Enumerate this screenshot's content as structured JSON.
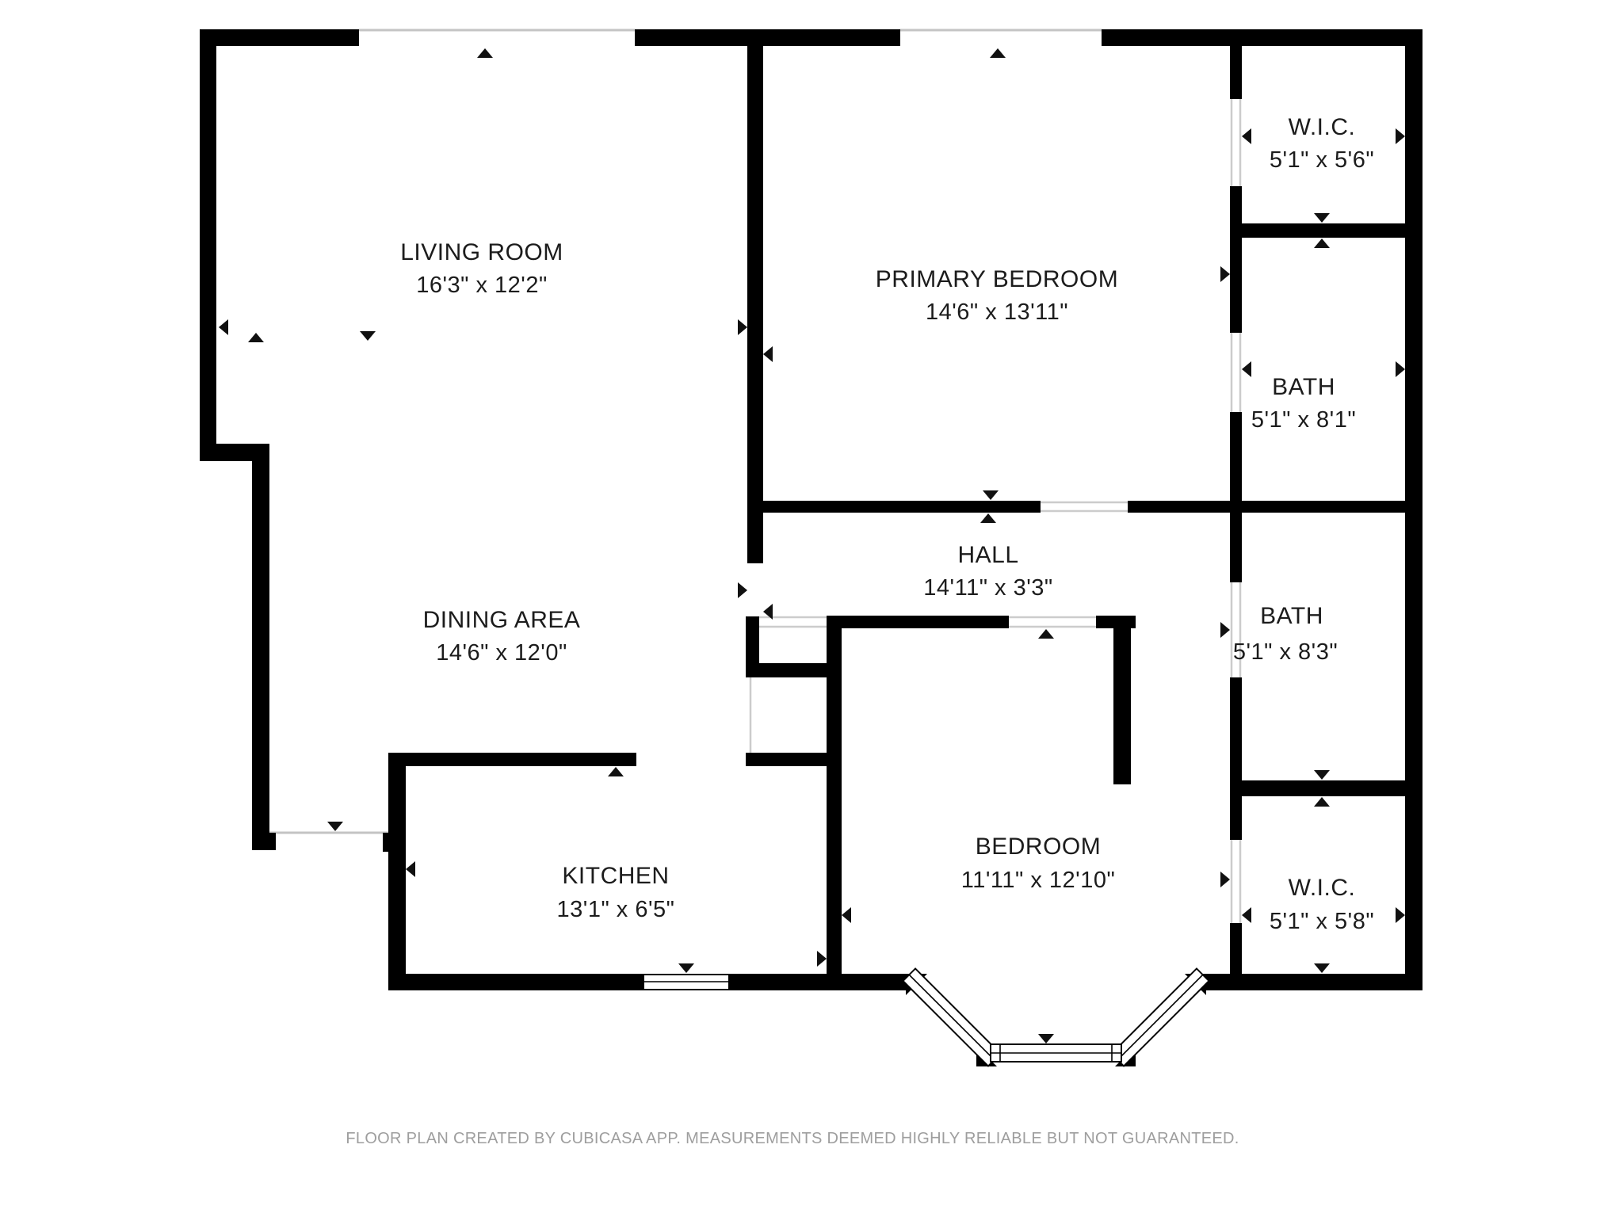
{
  "document": {
    "type": "floor-plan",
    "creator_note": "FLOOR PLAN CREATED BY CUBICASA APP. MEASUREMENTS DEEMED HIGHLY RELIABLE BUT NOT GUARANTEED."
  },
  "colors": {
    "wall": "#000000",
    "label": "#1c1c1c",
    "footer": "#9e9e9e",
    "casing": "#c4c4c4",
    "background": "#ffffff"
  },
  "rooms": [
    {
      "name": "LIVING ROOM",
      "dims": "16'3\" x 12'2\""
    },
    {
      "name": "PRIMARY BEDROOM",
      "dims": "14'6\" x 13'11\""
    },
    {
      "name": "W.I.C.",
      "dims": "5'1\" x 5'6\""
    },
    {
      "name": "BATH",
      "dims": "5'1\" x 8'1\""
    },
    {
      "name": "HALL",
      "dims": "14'11\" x 3'3\""
    },
    {
      "name": "DINING AREA",
      "dims": "14'6\" x 12'0\""
    },
    {
      "name": "BATH",
      "dims": "5'1\" x 8'3\""
    },
    {
      "name": "KITCHEN",
      "dims": "13'1\" x 6'5\""
    },
    {
      "name": "BEDROOM",
      "dims": "11'11\" x 12'10\""
    },
    {
      "name": "W.I.C.",
      "dims": "5'1\" x 5'8\""
    }
  ]
}
